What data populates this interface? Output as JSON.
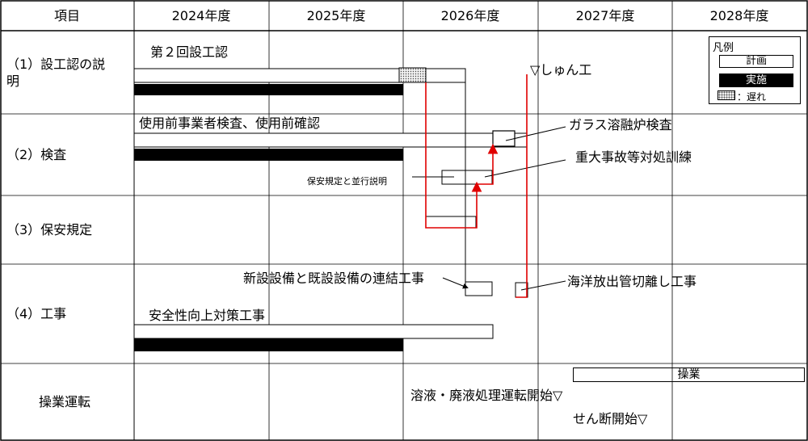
{
  "header": {
    "item": "項目",
    "years": [
      "2024年度",
      "2025年度",
      "2026年度",
      "2027年度",
      "2028年度"
    ]
  },
  "rows": {
    "r1_line1": "（1）設工認の説",
    "r1_line2": "明",
    "r2": "（2）検査",
    "r3": "（3）保安規定",
    "r4": "（4）工事",
    "r5": "操業運転"
  },
  "annotations": {
    "second_approval": "第２回設工認",
    "shunko": "▽しゅん工",
    "inspection_label": "使用前事業者検査、使用前確認",
    "glass_inspection": "ガラス溶融炉検査",
    "accident_drill": "重大事故等対処訓練",
    "safety_rules_explain": "保安規定と並行説明",
    "connection_work": "新設設備と既設設備の連結工事",
    "ocean_pipe": "海洋放出管切離し工事",
    "safety_upgrade": "安全性向上対策工事",
    "solution_start": "溶液・廃液処理運転開始▽",
    "shear_start": "せん断開始▽",
    "operation": "操業"
  },
  "legend": {
    "title": "凡例",
    "plan": "計画",
    "done": "実施",
    "delay": "：遅れ"
  },
  "colors": {
    "delay_line": "#e00000",
    "done_bar": "#000000",
    "grid": "#000000"
  }
}
